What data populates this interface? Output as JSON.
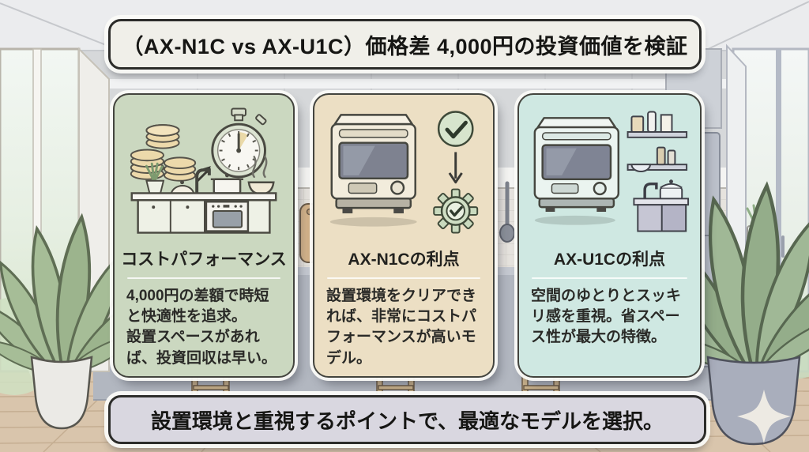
{
  "meta": {
    "kind": "comparison-infographic",
    "scene": "illustrated kitchen interior"
  },
  "header": {
    "title": "（AX-N1C vs AX-U1C）価格差 4,000円の投資価値を検証"
  },
  "cards": [
    {
      "id": "cost-performance",
      "heading": "コストパフォーマンス",
      "body": "4,000円の差額で時短と快適性を追求。\n設置スペースがあれば、投資回収は早い。",
      "icon": "coins-stopwatch-kitchen-illustration",
      "accent_color": "#cbd8c0"
    },
    {
      "id": "ax-n1c-merit",
      "heading": "AX-N1Cの利点",
      "body": "設置環境をクリアできれば、非常にコストパフォーマンスが高いモデル。",
      "icon": "microwave-check-gear-illustration",
      "accent_color": "#ecdfc4"
    },
    {
      "id": "ax-u1c-merit",
      "heading": "AX-U1Cの利点",
      "body": "空間のゆとりとスッキリ感を重視。省スペース性が最大の特徴。",
      "icon": "microwave-shelves-sink-illustration",
      "accent_color": "#cfe8e2"
    }
  ],
  "footer": {
    "text": "設置環境と重視するポイントで、最適なモデルを選択。"
  },
  "colors": {
    "title_banner_bg": "#f0efe9",
    "footer_banner_bg": "#d9d7e0",
    "banner_border": "#2c2c2a",
    "wall": "#d6d8da",
    "island": "#b2b7c0",
    "floor_wood": "#d9c5ac",
    "plant_leaf": "#a6bd97",
    "coin": "#ecd9ab"
  },
  "background_icons": [
    "left-window-icon",
    "right-window-icon",
    "left-plant-icon",
    "right-plant-icon",
    "windowsill-plant-icon",
    "refrigerator-icon",
    "stool-icon",
    "cutting-board-icon",
    "ladle-icon",
    "sparkle-watermark-icon"
  ]
}
